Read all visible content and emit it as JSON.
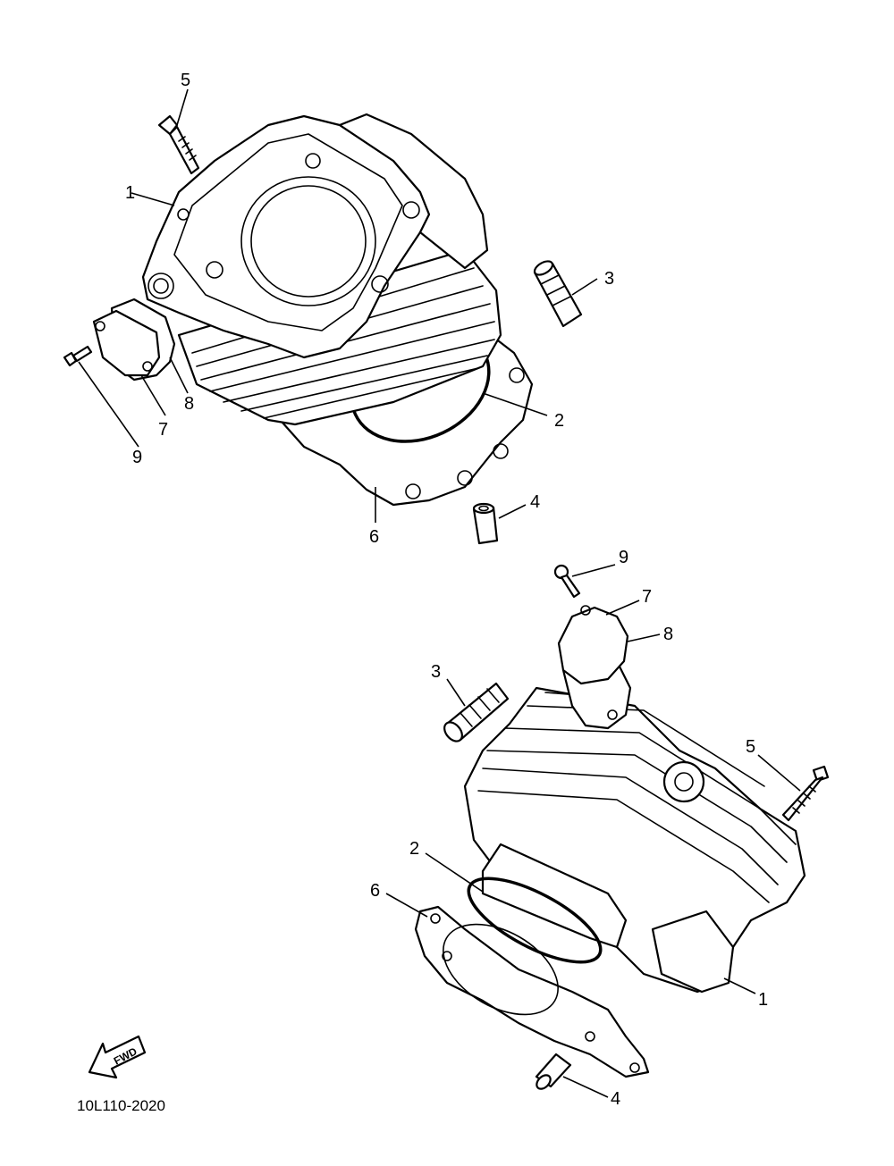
{
  "diagram": {
    "code": "10L110-2020",
    "fwd_label": "FWD",
    "callouts_top": [
      "1",
      "2",
      "3",
      "4",
      "5",
      "6",
      "7",
      "8",
      "9"
    ],
    "callouts_bottom": [
      "1",
      "2",
      "3",
      "4",
      "5",
      "6",
      "7",
      "8",
      "9"
    ]
  }
}
